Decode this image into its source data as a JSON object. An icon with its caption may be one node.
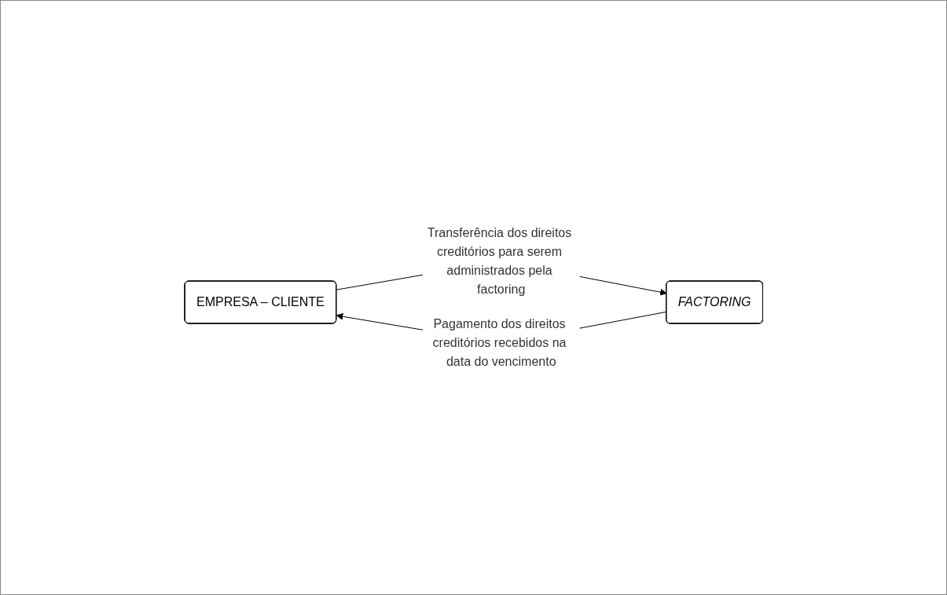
{
  "diagram": {
    "nodes": [
      {
        "text": [
          "EMPRESA – CLIENTE"
        ]
      },
      {
        "text": [
          "FACTORING"
        ]
      }
    ],
    "edges": [
      {
        "from": 0,
        "to": 1,
        "arrow": "to",
        "label": "Transferência dos direitos creditórios para serem administrados pela factoring"
      },
      {
        "from": 1,
        "to": 0,
        "arrow": "to",
        "label": "Pagamento dos direitos creditórios recebidos na data do vencimento"
      }
    ]
  }
}
